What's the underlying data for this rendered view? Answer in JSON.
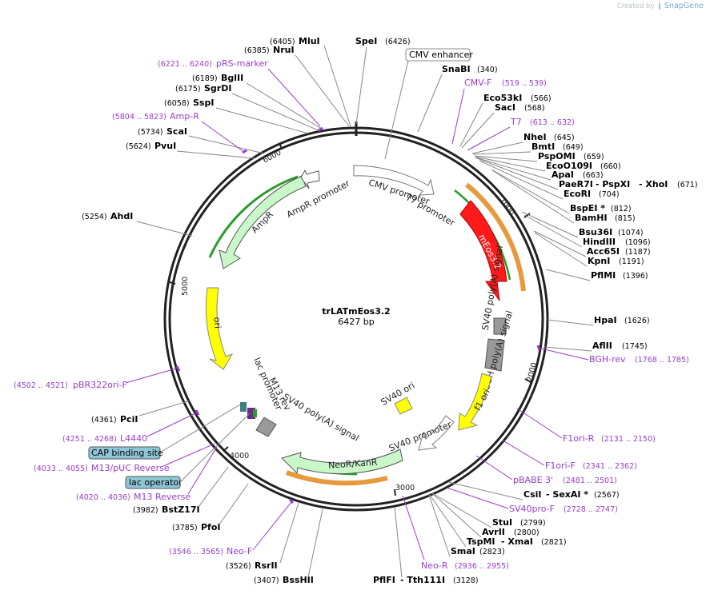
{
  "credit": {
    "prefix": "Created by",
    "brand": "SnapGene"
  },
  "plasmid": {
    "name": "trLATmEos3.2",
    "size_label": "6427 bp"
  },
  "ticks": [
    "1000",
    "2000",
    "3000",
    "4000",
    "5000",
    "6000"
  ],
  "features": [
    {
      "name": "mEos3.2",
      "color": "#ff1a1a"
    },
    {
      "name": "CMV promoter"
    },
    {
      "name": "T7 promoter"
    },
    {
      "name": "SV40 poly(A) signal"
    },
    {
      "name": "bGH poly(A) signal"
    },
    {
      "name": "f1 ori"
    },
    {
      "name": "SV40 ori"
    },
    {
      "name": "SV40 promoter"
    },
    {
      "name": "NeoR/KanR"
    },
    {
      "name": "SV40 poly(A) signal"
    },
    {
      "name": "M13 rev"
    },
    {
      "name": "lac promoter"
    },
    {
      "name": "ori"
    },
    {
      "name": "AmpR"
    },
    {
      "name": "AmpR promoter"
    }
  ],
  "boxed_labels": [
    {
      "name": "CMV enhancer",
      "style": "outline"
    },
    {
      "name": "CAP binding site",
      "style": "filled"
    },
    {
      "name": "lac operator",
      "style": "filled"
    }
  ],
  "enzymes": [
    {
      "name": "MluI",
      "pos": "(6405)"
    },
    {
      "name": "SpeI",
      "pos": "(6426)"
    },
    {
      "name": "NruI",
      "pos": "(6385)"
    },
    {
      "name": "BglII",
      "pos": "(6189)"
    },
    {
      "name": "SgrDI",
      "pos": "(6175)"
    },
    {
      "name": "SspI",
      "pos": "(6058)"
    },
    {
      "name": "ScaI",
      "pos": "(5734)"
    },
    {
      "name": "PvuI",
      "pos": "(5624)"
    },
    {
      "name": "AhdI",
      "pos": "(5254)"
    },
    {
      "name": "SnaBI",
      "pos": "(340)"
    },
    {
      "name": "Eco53kI",
      "pos": "(566)"
    },
    {
      "name": "SacI",
      "pos": "(568)"
    },
    {
      "name": "NheI",
      "pos": "(645)"
    },
    {
      "name": "BmtI",
      "pos": "(649)"
    },
    {
      "name": "PspOMI",
      "pos": "(659)"
    },
    {
      "name": "EcoO109I",
      "pos": "(660)"
    },
    {
      "name": "ApaI",
      "pos": "(663)"
    },
    {
      "name": "PaeR7I",
      "extra": "- PspXI",
      "extra2": "- XhoI",
      "pos": "(671)"
    },
    {
      "name": "EcoRI",
      "pos": "(704)"
    },
    {
      "name": "BspEI *",
      "pos": "(812)"
    },
    {
      "name": "BamHI",
      "pos": "(815)"
    },
    {
      "name": "Bsu36I",
      "pos": "(1074)"
    },
    {
      "name": "HindIII",
      "pos": "(1096)"
    },
    {
      "name": "Acc65I",
      "pos": "(1187)"
    },
    {
      "name": "KpnI",
      "pos": "(1191)"
    },
    {
      "name": "PflMI",
      "pos": "(1396)"
    },
    {
      "name": "HpaI",
      "pos": "(1626)"
    },
    {
      "name": "AflII",
      "pos": "(1745)"
    },
    {
      "name": "CsiI",
      "extra": "- SexAI *",
      "pos": "(2567)"
    },
    {
      "name": "StuI",
      "pos": "(2799)"
    },
    {
      "name": "AvrII",
      "pos": "(2800)"
    },
    {
      "name": "TspMI",
      "extra": "- XmaI",
      "pos": "(2821)"
    },
    {
      "name": "SmaI",
      "pos": "(2823)"
    },
    {
      "name": "PflFI",
      "extra": "- Tth111I",
      "pos": "(3128)"
    },
    {
      "name": "BssHII",
      "pos": "(3407)"
    },
    {
      "name": "RsrII",
      "pos": "(3526)"
    },
    {
      "name": "PfoI",
      "pos": "(3785)"
    },
    {
      "name": "BstZ17I",
      "pos": "(3982)"
    },
    {
      "name": "PciI",
      "pos": "(4361)"
    }
  ],
  "primers": [
    {
      "name": "pRS-marker",
      "pos": "(6221 .. 6240)"
    },
    {
      "name": "Amp-R",
      "pos": "(5804 .. 5823)"
    },
    {
      "name": "CMV-F",
      "pos": "(519 .. 539)"
    },
    {
      "name": "T7",
      "pos": "(613 .. 632)"
    },
    {
      "name": "BGH-rev",
      "pos": "(1768 .. 1785)"
    },
    {
      "name": "F1ori-R",
      "pos": "(2131 .. 2150)"
    },
    {
      "name": "F1ori-F",
      "pos": "(2341 .. 2362)"
    },
    {
      "name": "pBABE 3'",
      "pos": "(2481 .. 2501)"
    },
    {
      "name": "SV40pro-F",
      "pos": "(2728 .. 2747)"
    },
    {
      "name": "Neo-R",
      "pos": "(2936 .. 2955)"
    },
    {
      "name": "Neo-F",
      "pos": "(3546 .. 3565)"
    },
    {
      "name": "pBR322ori-F",
      "pos": "(4502 .. 4521)"
    },
    {
      "name": "L4440",
      "pos": "(4251 .. 4268)"
    },
    {
      "name": "M13/pUC Reverse",
      "pos": "(4033 .. 4055)"
    },
    {
      "name": "M13 Reverse",
      "pos": "(4020 .. 4036)"
    }
  ]
}
